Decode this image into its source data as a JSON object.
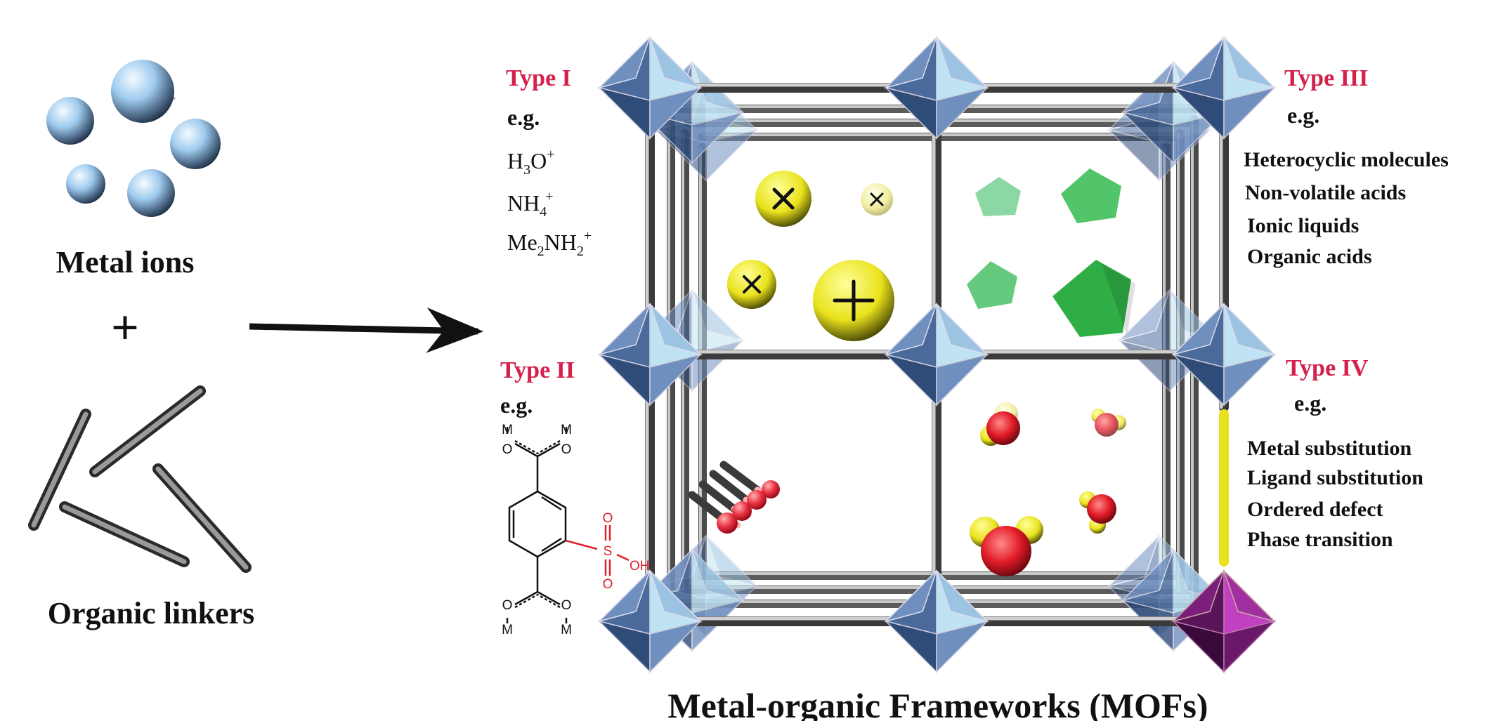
{
  "left": {
    "metal_ions_label": "Metal ions",
    "plus_sign": "+",
    "organic_linkers_label": "Organic linkers"
  },
  "framework_title": "Metal-organic Frameworks (MOFs)",
  "types": [
    {
      "name": "Type I",
      "eg": "e.g.",
      "items": [
        "H3O+",
        "NH4+",
        "Me2NH2+"
      ]
    },
    {
      "name": "Type II",
      "eg": "e.g.",
      "items": []
    },
    {
      "name": "Type III",
      "eg": "e.g.",
      "items": [
        "Heterocyclic molecules",
        "Non-volatile acids",
        "Ionic liquids",
        "Organic acids"
      ]
    },
    {
      "name": "Type IV",
      "eg": "e.g.",
      "items": [
        "Metal substitution",
        "Ligand substitution",
        "Ordered defect",
        "Phase transition"
      ]
    }
  ],
  "type1_formula_parts": {
    "h3o": {
      "a": "H",
      "sub": "3",
      "b": "O",
      "sup": "+"
    },
    "nh4": {
      "a": "NH",
      "sub": "4",
      "sup": "+"
    },
    "me2nh2": {
      "a": "Me",
      "sub1": "2",
      "b": "NH",
      "sub2": "2",
      "sup": "+"
    }
  },
  "linker_structure_labels": {
    "metal": "M",
    "oxygen": "O",
    "sulfur": "S",
    "hydroxyl": "OH"
  },
  "colors": {
    "type_label": "#d4204a",
    "node_blue": "#6f8fbf",
    "node_purple": "#7a1f7a",
    "strut_gray": "#7d7d7d",
    "cation_yellow": "#e8e21e",
    "anion_green": "#3fbf5a",
    "water_red": "#e0202a"
  }
}
